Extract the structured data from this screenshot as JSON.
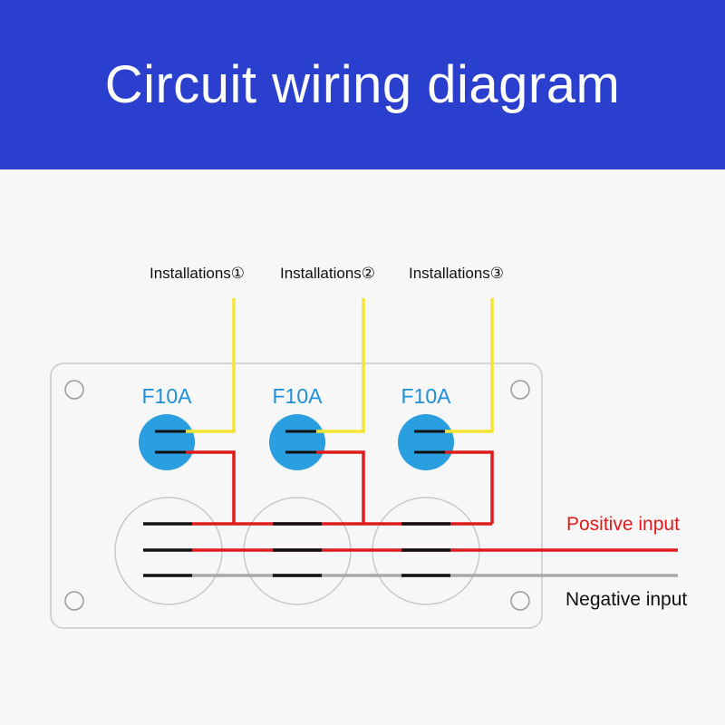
{
  "title": "Circuit wiring diagram",
  "installations": [
    "Installations①",
    "Installations②",
    "Installations③"
  ],
  "fuses": [
    "F10A",
    "F10A",
    "F10A"
  ],
  "positive_label": "Positive input",
  "negative_label": "Negative input",
  "colors": {
    "header": "#2b3fce",
    "fuse_cap": "#2a9fe0",
    "fuse_text": "#1f8fd6",
    "signal_wire": "#f3e533",
    "positive_wire": "#e01b1b",
    "negative_wire": "#a8a8a8",
    "positive_text": "#e01b1b",
    "terminal": "#111111"
  }
}
